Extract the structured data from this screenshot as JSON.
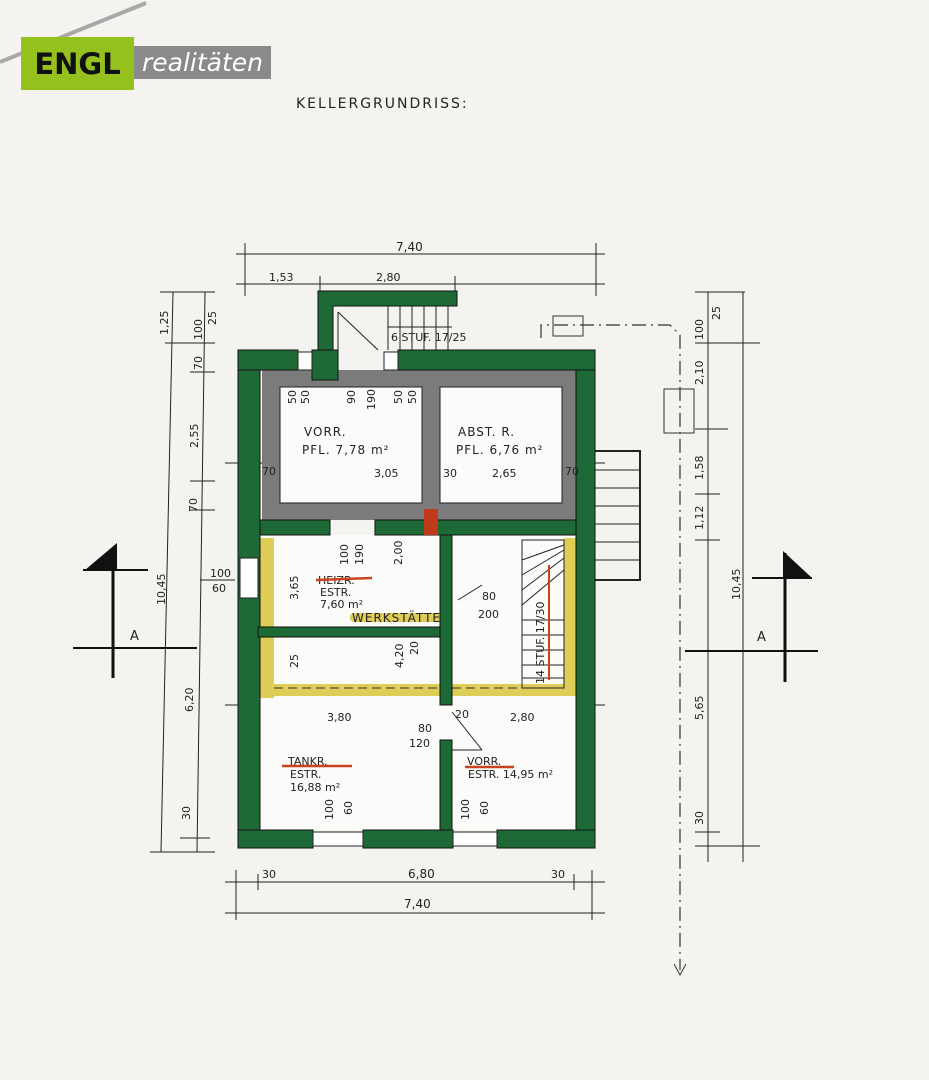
{
  "logo": {
    "brand": "ENGL",
    "tagline": "realitäten"
  },
  "title": "KELLERGRUNDRISS:",
  "colors": {
    "wall": "#1e6a36",
    "insulation": "#7b7b7b",
    "highlight": "#d9c63a",
    "underline": "#c8431e",
    "chimney": "#c0391b"
  },
  "dimensions": {
    "top_total": "7,40",
    "top_left": "1,53",
    "top_stair": "2,80",
    "stair_top": "6 STUF. 17/25",
    "bottom_left": "30",
    "bottom_mid": "6,80",
    "bottom_right": "30",
    "bottom_total": "7,40",
    "left": [
      "1,25",
      "100",
      "25",
      "70",
      "2,55",
      "70",
      "10,45",
      "6,20",
      "30"
    ],
    "left_window": [
      "100",
      "60"
    ],
    "right": [
      "100",
      "25",
      "2,10",
      "1,58",
      "1,12",
      "10,45",
      "5,65",
      "30"
    ],
    "top_room_width_left": "3,05",
    "top_room_wall": "30",
    "top_room_width_right": "2,65",
    "side_70_left": "70",
    "side_70_right": "70",
    "openings_top": [
      "50",
      "50",
      "90",
      "190",
      "50",
      "50"
    ],
    "heizr_door": [
      "100",
      "190"
    ],
    "heizr_height": "3,65",
    "workshop_depth": "2,00",
    "workshop_door": [
      "80",
      "200"
    ],
    "mid_height": "4,20",
    "mid_wall": "20",
    "mid_25": "25",
    "lower_left_width": "3,80",
    "lower_wall": "20",
    "lower_right_width": "2,80",
    "lower_door": [
      "80",
      "120"
    ],
    "window_bl": [
      "100",
      "60"
    ],
    "window_br": [
      "100",
      "60"
    ],
    "stair_inner": "14 STUF. 17/30"
  },
  "rooms": {
    "vorr_top": {
      "name": "VORR.",
      "area": "PFL. 7,78 m²"
    },
    "abst": {
      "name": "ABST. R.",
      "area": "PFL. 6,76 m²"
    },
    "heizr": {
      "name": "HEIZR.",
      "floor": "ESTR.",
      "area": "7,60 m²"
    },
    "werkstaette": {
      "name": "WERKSTÄTTE"
    },
    "tankr": {
      "name": "TANKR.",
      "floor": "ESTR.",
      "area": "16,88 m²"
    },
    "vorr_bottom": {
      "name": "VORR.",
      "area": "ESTR. 14,95 m²"
    }
  },
  "section": {
    "left": "A",
    "right": "A"
  }
}
